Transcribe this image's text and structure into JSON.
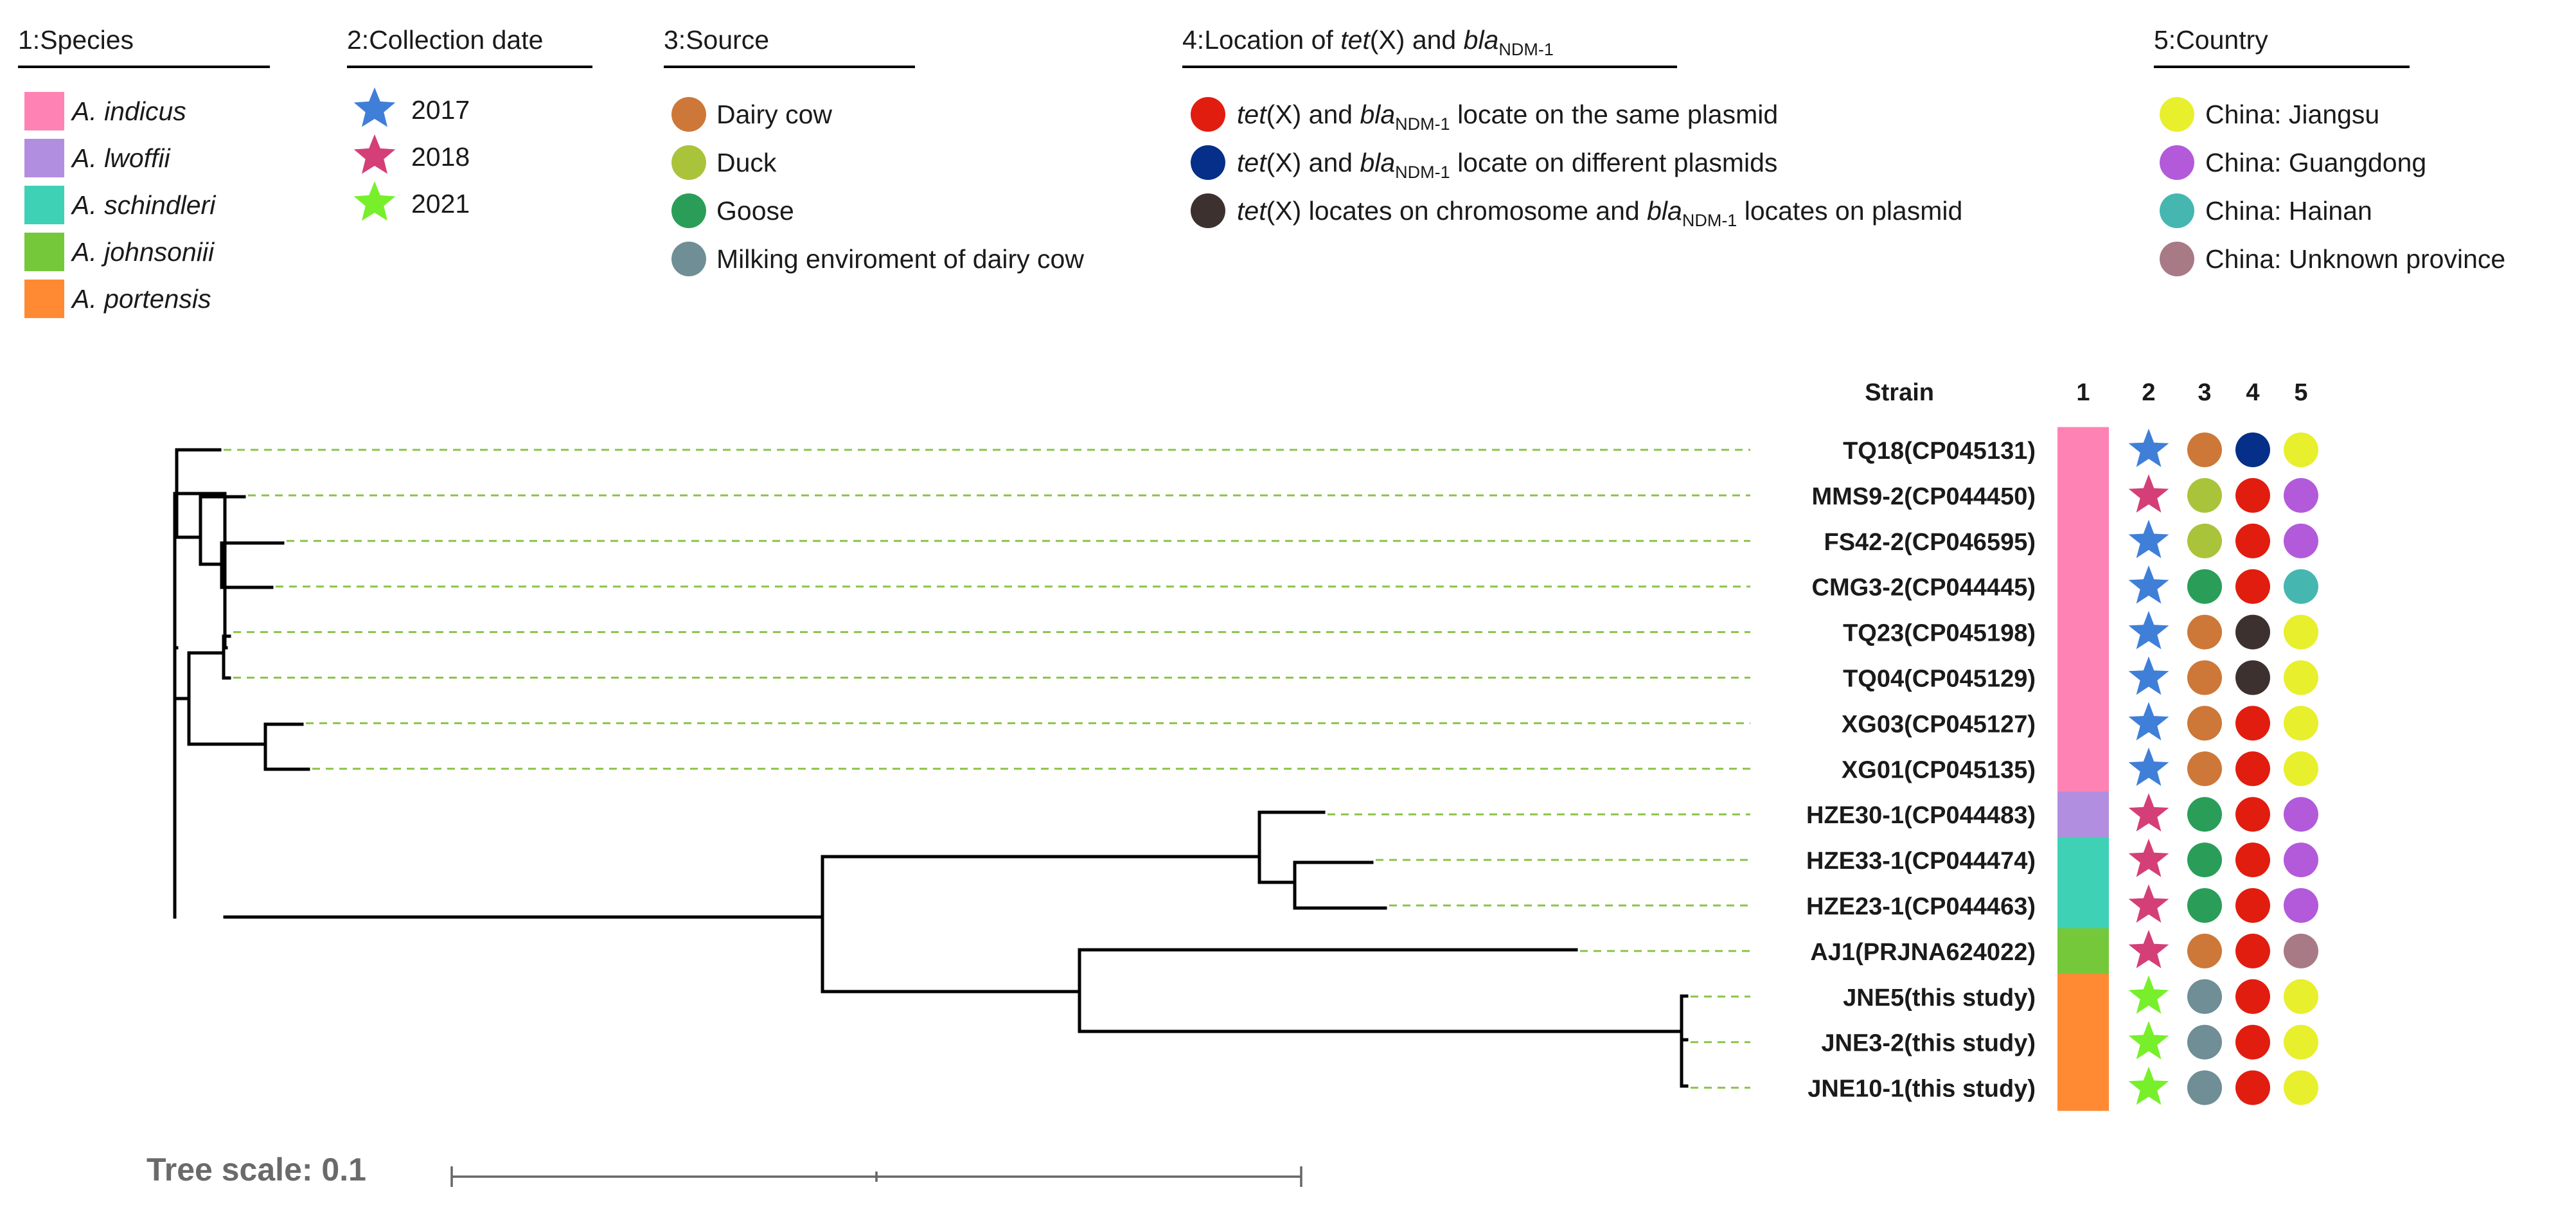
{
  "legend": {
    "species": {
      "title": "1:Species",
      "items": [
        {
          "name": "A. indicus",
          "color": "#ff82b4"
        },
        {
          "name": "A. lwoffii",
          "color": "#b28ee0"
        },
        {
          "name": "A. schindleri",
          "color": "#3fd1b5"
        },
        {
          "name": "A. johnsoniii",
          "color": "#74c83a"
        },
        {
          "name": "A. portensis",
          "color": "#ff8a33"
        }
      ]
    },
    "date": {
      "title": "2:Collection date",
      "items": [
        {
          "name": "2017",
          "color": "#3f7fd8"
        },
        {
          "name": "2018",
          "color": "#d43f77"
        },
        {
          "name": "2021",
          "color": "#77f02b"
        }
      ]
    },
    "source": {
      "title": "3:Source",
      "items": [
        {
          "name": "Dairy cow",
          "color": "#cd7838"
        },
        {
          "name": "Duck",
          "color": "#a9c43a"
        },
        {
          "name": "Goose",
          "color": "#2a9e58"
        },
        {
          "name": "Milking enviroment of dairy cow",
          "color": "#6f8e96"
        }
      ]
    },
    "location": {
      "title_prefix": "4:Location of ",
      "tet": "tet",
      "tet_x": "(X)",
      "and": " and ",
      "bla": "bla",
      "ndm_sub": "NDM-1",
      "items": [
        {
          "key": "same",
          "color": "#e11d10",
          "part_tail": " locate on the same plasmid"
        },
        {
          "key": "different",
          "color": "#062f8a",
          "part_tail": " locate on different plasmids"
        },
        {
          "key": "chromosome",
          "color": "#3d3130",
          "part_mid": " locates on chromosome and ",
          "part_tail": " locates on plasmid"
        }
      ]
    },
    "country": {
      "title": "5:Country",
      "items": [
        {
          "name": "China: Jiangsu",
          "color": "#e8ef2c"
        },
        {
          "name": "China: Guangdong",
          "color": "#b35adb"
        },
        {
          "name": "China: Hainan",
          "color": "#46b6b0"
        },
        {
          "name": "China: Unknown province",
          "color": "#a87a85"
        }
      ]
    }
  },
  "columns": {
    "strain": "Strain",
    "c1": "1",
    "c2": "2",
    "c3": "3",
    "c4": "4",
    "c5": "5"
  },
  "strains": [
    {
      "label": "TQ18(CP045131)",
      "species": "A. indicus",
      "date": "2017",
      "source": "Dairy cow",
      "location": "different",
      "country": "China: Jiangsu"
    },
    {
      "label": "MMS9-2(CP044450)",
      "species": "A. indicus",
      "date": "2018",
      "source": "Duck",
      "location": "same",
      "country": "China: Guangdong"
    },
    {
      "label": "FS42-2(CP046595)",
      "species": "A. indicus",
      "date": "2017",
      "source": "Duck",
      "location": "same",
      "country": "China: Guangdong"
    },
    {
      "label": "CMG3-2(CP044445)",
      "species": "A. indicus",
      "date": "2017",
      "source": "Goose",
      "location": "same",
      "country": "China: Hainan"
    },
    {
      "label": "TQ23(CP045198)",
      "species": "A. indicus",
      "date": "2017",
      "source": "Dairy cow",
      "location": "chromosome",
      "country": "China: Jiangsu"
    },
    {
      "label": "TQ04(CP045129)",
      "species": "A. indicus",
      "date": "2017",
      "source": "Dairy cow",
      "location": "chromosome",
      "country": "China: Jiangsu"
    },
    {
      "label": "XG03(CP045127)",
      "species": "A. indicus",
      "date": "2017",
      "source": "Dairy cow",
      "location": "same",
      "country": "China: Jiangsu"
    },
    {
      "label": "XG01(CP045135)",
      "species": "A. indicus",
      "date": "2017",
      "source": "Dairy cow",
      "location": "same",
      "country": "China: Jiangsu"
    },
    {
      "label": "HZE30-1(CP044483)",
      "species": "A. lwoffii",
      "date": "2018",
      "source": "Goose",
      "location": "same",
      "country": "China: Guangdong"
    },
    {
      "label": "HZE33-1(CP044474)",
      "species": "A. schindleri",
      "date": "2018",
      "source": "Goose",
      "location": "same",
      "country": "China: Guangdong"
    },
    {
      "label": "HZE23-1(CP044463)",
      "species": "A. schindleri",
      "date": "2018",
      "source": "Goose",
      "location": "same",
      "country": "China: Guangdong"
    },
    {
      "label": "AJ1(PRJNA624022)",
      "species": "A. johnsoniii",
      "date": "2018",
      "source": "Dairy cow",
      "location": "same",
      "country": "China: Unknown province"
    },
    {
      "label": "JNE5(this study)",
      "species": "A. portensis",
      "date": "2021",
      "source": "Milking enviroment of dairy cow",
      "location": "same",
      "country": "China: Jiangsu"
    },
    {
      "label": "JNE3-2(this study)",
      "species": "A. portensis",
      "date": "2021",
      "source": "Milking enviroment of dairy cow",
      "location": "same",
      "country": "China: Jiangsu"
    },
    {
      "label": "JNE10-1(this study)",
      "species": "A. portensis",
      "date": "2021",
      "source": "Milking enviroment of dairy cow",
      "location": "same",
      "country": "China: Jiangsu"
    }
  ],
  "tree_scale": {
    "label": "Tree scale: 0.1",
    "value": 0.1
  }
}
